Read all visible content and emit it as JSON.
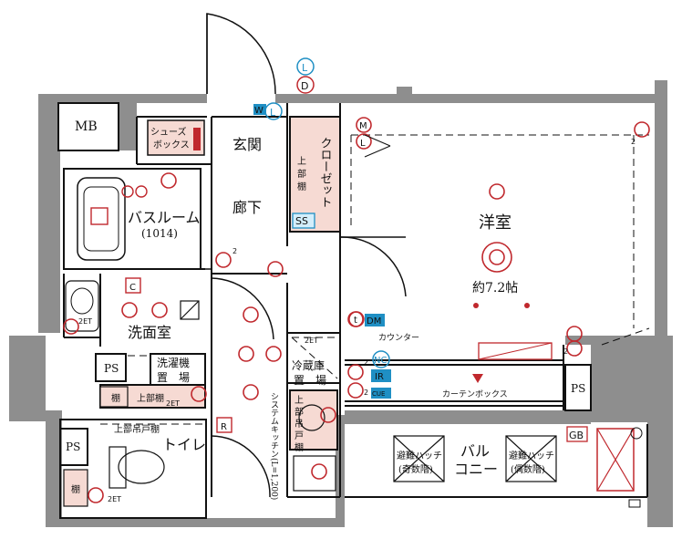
{
  "rooms": {
    "mb": "MB",
    "entrance": "玄関",
    "shoe_box": [
      "シューズ",
      "ボックス"
    ],
    "hallway": "廊下",
    "bathroom": "バスルーム",
    "bath_size": "(1014)",
    "washroom": "洗面室",
    "washer": [
      "洗濯機",
      "置　場"
    ],
    "toilet": "トイレ",
    "upper_cabinet": "上部吊戸棚",
    "shelf": "棚",
    "upper_shelf": "上部棚",
    "western_room": "洋室",
    "western_area": "約7.2帖",
    "closet": "クローゼット",
    "closet_upper": [
      "上",
      "部",
      "棚"
    ],
    "fridge": [
      "冷蔵庫",
      "置　場"
    ],
    "kitchen_upper": [
      "上",
      "部",
      "吊",
      "戸",
      "棚"
    ],
    "kitchen": "システムキッチン(L=1,200)",
    "counter": "カウンター",
    "curtain_box": "カーテンボックス",
    "balcony": [
      "バル",
      "コニー"
    ],
    "hatch_odd": [
      "避難ハッチ",
      "(奇数階)"
    ],
    "hatch_even": [
      "避難ハッチ",
      "(偶数階)"
    ],
    "ps": "PS",
    "gb": "GB",
    "ss": "SS"
  },
  "symbols": {
    "L": "L",
    "D": "D",
    "W": "W",
    "M": "M",
    "t": "t",
    "DM": "DM",
    "NC": "NC",
    "IR": "IR",
    "CUE": "CUE",
    "C": "C",
    "R": "R",
    "two": "2",
    "two_et": "2ET"
  }
}
